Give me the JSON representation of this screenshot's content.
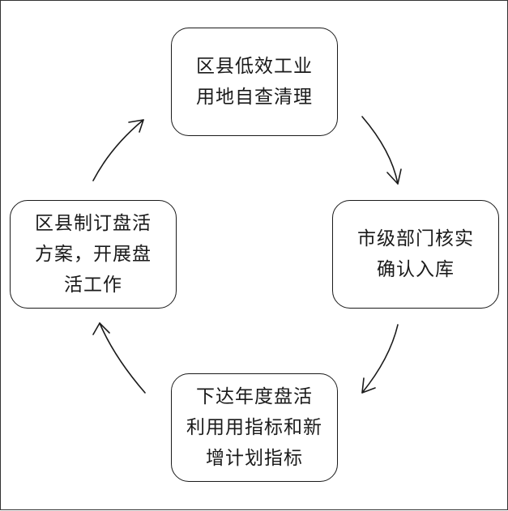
{
  "diagram": {
    "nodes": [
      {
        "id": "top",
        "lines": [
          "区县低效工业",
          "用地自查清理"
        ]
      },
      {
        "id": "right",
        "lines": [
          "市级部门核实",
          "确认入库"
        ]
      },
      {
        "id": "bottom",
        "lines": [
          "下达年度盘活",
          "利用用指标和新",
          "增计划指标"
        ]
      },
      {
        "id": "left",
        "lines": [
          "区县制订盘活",
          "方案，开展盘",
          "活工作"
        ]
      }
    ],
    "edges": [
      {
        "from": "top",
        "to": "right"
      },
      {
        "from": "right",
        "to": "bottom"
      },
      {
        "from": "bottom",
        "to": "left"
      },
      {
        "from": "left",
        "to": "top"
      }
    ]
  }
}
